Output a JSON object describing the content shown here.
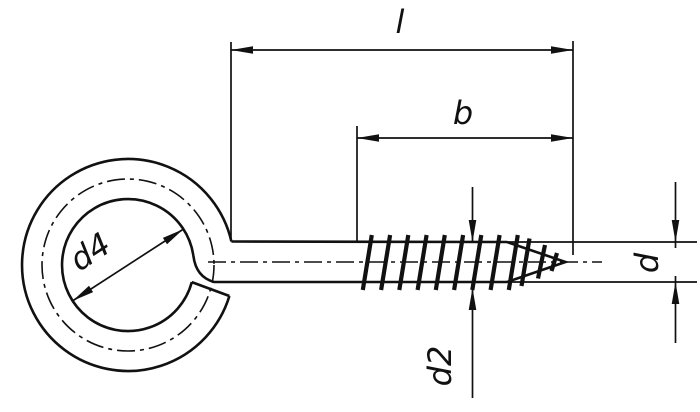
{
  "drawing": {
    "background_color": "#ffffff",
    "line_color": "#111111",
    "labels": {
      "length": "l",
      "thread_length": "b",
      "diameter": "d",
      "core_diameter": "d2",
      "eye_inner_diameter": "d4"
    }
  }
}
